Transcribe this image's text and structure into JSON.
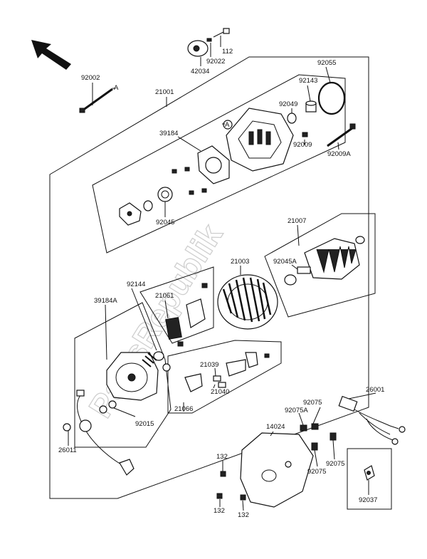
{
  "watermark": "PartsRepublik",
  "direction_arrow": "front-arrow-icon",
  "labels": {
    "p112": "112",
    "p92022": "92022",
    "p42034": "42034",
    "p92002": "92002",
    "p21001": "21001",
    "p92055": "92055",
    "p92143": "92143",
    "p92049": "92049",
    "p39184": "39184",
    "p92009": "92009",
    "p92009A": "92009A",
    "p92045": "92045",
    "p21007": "21007",
    "p21003": "21003",
    "p92045A": "92045A",
    "p92144": "92144",
    "p21061": "21061",
    "p39184A": "39184A",
    "p21039": "21039",
    "p21040": "21040",
    "p92015": "92015",
    "p21066": "21066",
    "p92075_top": "92075",
    "p92075A": "92075A",
    "p26001": "26001",
    "p14024": "14024",
    "p26011": "26011",
    "p132_a": "132",
    "p132_b": "132",
    "p132_c": "132",
    "p92075_b": "92075",
    "p92075_c": "92075",
    "p92037": "92037",
    "ref_a1": "A",
    "ref_a2": "A"
  }
}
